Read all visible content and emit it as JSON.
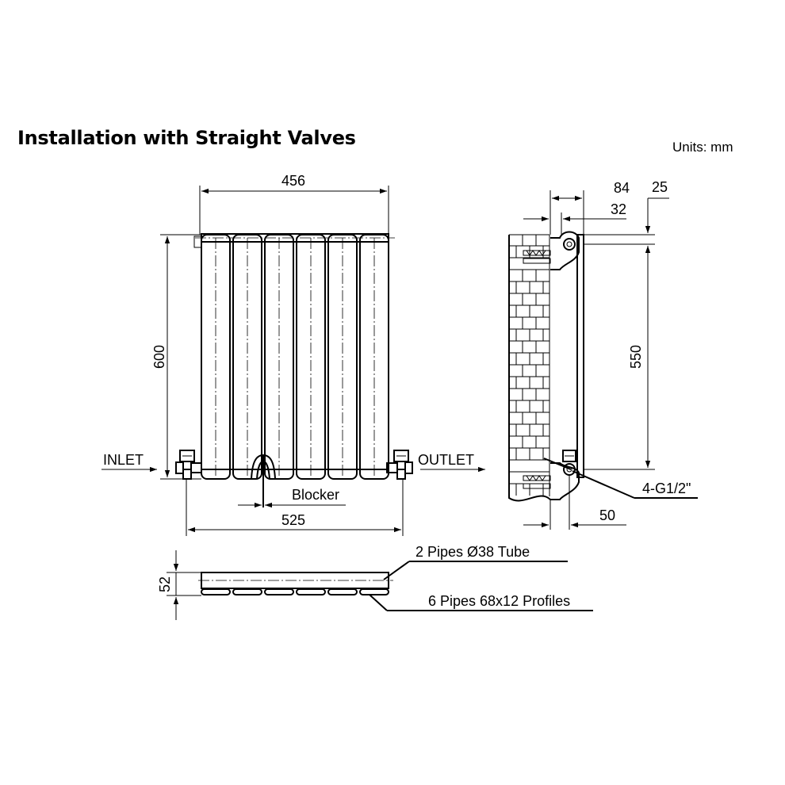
{
  "title": "Installation with Straight Valves",
  "units": "Units: mm",
  "front_view": {
    "width_label": "456",
    "height_label": "600",
    "pipe_centers_label": "525",
    "inlet_label": "INLET",
    "outlet_label": "OUTLET",
    "blocker_label": "Blocker"
  },
  "side_view": {
    "dim_84": "84",
    "dim_25": "25",
    "dim_32": "32",
    "dim_550": "550",
    "dim_50": "50",
    "connection_label": "4-G1/2\""
  },
  "top_view": {
    "depth_label": "52",
    "tube_label": "2 Pipes Ø38 Tube",
    "profile_label": "6 Pipes 68x12 Profiles"
  }
}
